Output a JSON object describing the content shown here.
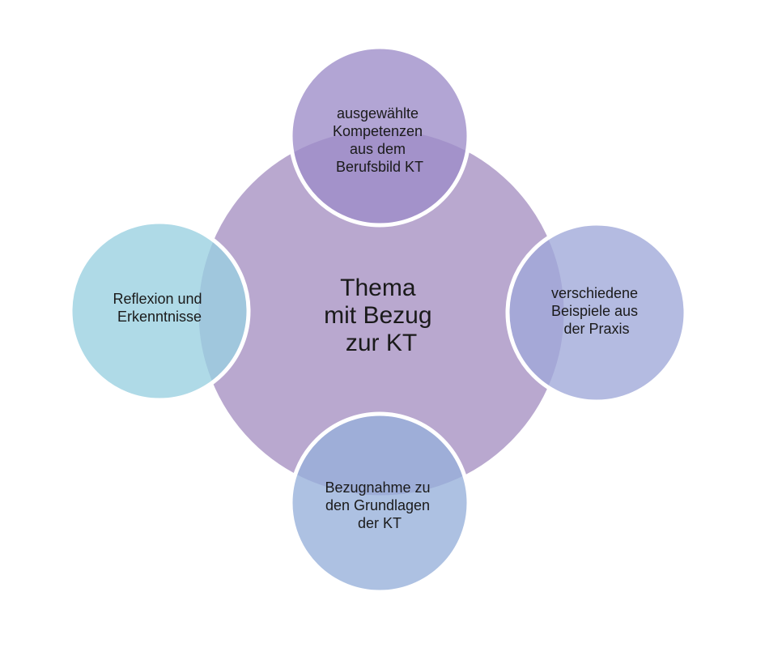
{
  "center": {
    "lines": [
      "Thema",
      "mit Bezug",
      "zur KT"
    ],
    "color": "#b9a8cf"
  },
  "satellites": [
    {
      "id": "top",
      "lines": [
        "ausgewählte",
        "Kompetenzen",
        "aus dem",
        "Berufsbild KT"
      ],
      "color": "#9c8cc8"
    },
    {
      "id": "right",
      "lines": [
        "verschiedene",
        "Beispiele aus",
        "der Praxis"
      ],
      "color": "#9fa8d8"
    },
    {
      "id": "bottom",
      "lines": [
        "Bezugnahme zu",
        "den Grundlagen",
        "der KT"
      ],
      "color": "#96b0da"
    },
    {
      "id": "left",
      "lines": [
        "Reflexion und",
        "Erkenntnisse"
      ],
      "color": "#98cfe0"
    }
  ]
}
